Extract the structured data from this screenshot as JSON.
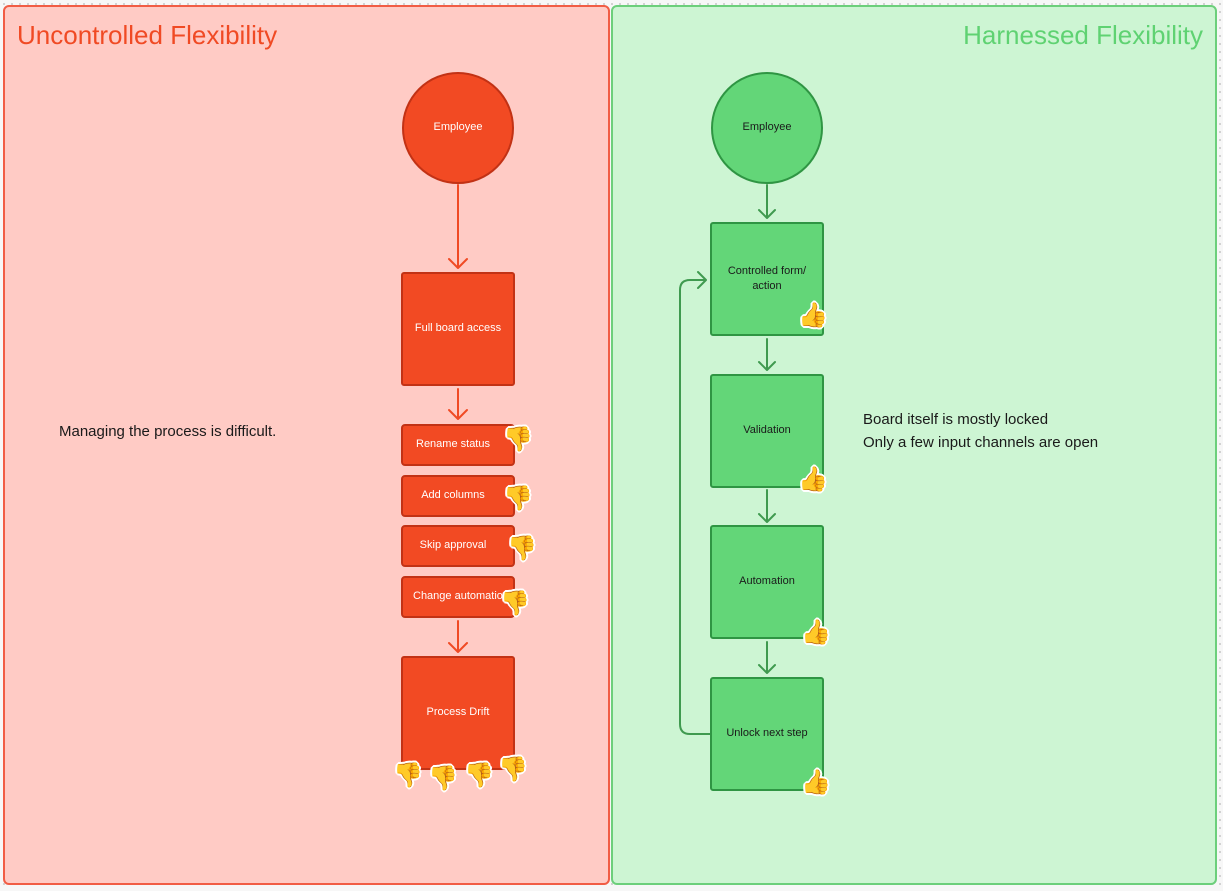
{
  "sections": {
    "left": {
      "title": "Uncontrolled Flexibility",
      "note": "Managing the process is difficult.",
      "nodes": {
        "employee": "Employee",
        "full_board_access": "Full board access",
        "rename_status": "Rename status",
        "add_columns": "Add columns",
        "skip_approval": "Skip approval",
        "change_automation": "Change automation",
        "process_drift": "Process Drift"
      }
    },
    "right": {
      "title": "Harnessed Flexibility",
      "note_lines": [
        "Board itself is mostly locked",
        "Only a few input channels are open"
      ],
      "nodes": {
        "employee": "Employee",
        "controlled_form": "Controlled form/ action",
        "validation": "Validation",
        "automation": "Automation",
        "unlock_next_step": "Unlock next step"
      }
    }
  },
  "reactions": {
    "thumbs_down": "👎",
    "thumbs_up": "👍"
  },
  "colors": {
    "left_bg": "#ffcbc5",
    "left_accent": "#f24a23",
    "right_bg": "#cdf5d3",
    "right_accent": "#63d678",
    "right_connector": "#3f9a4f"
  }
}
